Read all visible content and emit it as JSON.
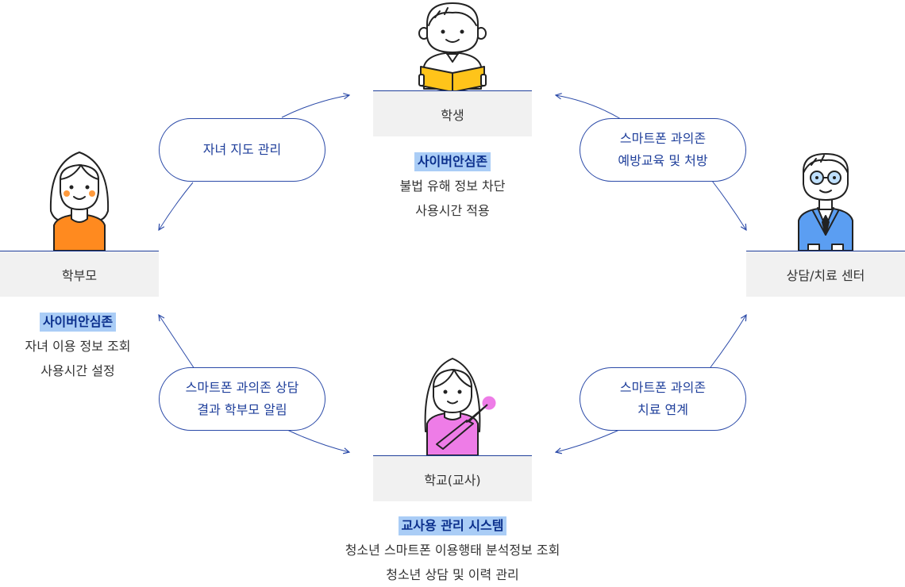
{
  "nodes": {
    "student": {
      "label": "학생",
      "highlight": "사이버안심존",
      "lines": [
        "불법 유해 정보 차단",
        "사용시간 적용"
      ]
    },
    "parent": {
      "label": "학부모",
      "highlight": "사이버안심존",
      "lines": [
        "자녀 이용 정보 조회",
        "사용시간 설정"
      ]
    },
    "center": {
      "label": "상담/치료 센터"
    },
    "school": {
      "label": "학교(교사)",
      "highlight": "교사용 관리 시스템",
      "lines": [
        "청소년 스마트폰 이용행태 분석정보 조회",
        "청소년 상담 및 이력 관리"
      ]
    }
  },
  "connectors": {
    "parent_to_student": [
      "자녀 지도 관리"
    ],
    "center_to_student": [
      "스마트폰 과의존",
      "예방교육 및 처방"
    ],
    "school_to_parent": [
      "스마트폰 과의존 상담",
      "결과 학부모 알림"
    ],
    "center_to_school": [
      "스마트폰 과의존",
      "치료 연계"
    ]
  },
  "colors": {
    "accent": "#1f3f9b",
    "highlight_bg": "#aacdf6",
    "box_bg": "#f1f1f1",
    "book": "#ffc41a",
    "parent_shirt": "#ff8a1f",
    "teacher_shirt": "#ee7ce7",
    "counselor_suit": "#5b9ef2"
  }
}
